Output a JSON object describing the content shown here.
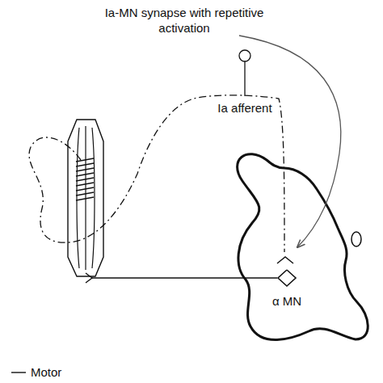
{
  "diagram": {
    "nodes": [
      {
        "text": [
          "α MN"
        ]
      }
    ],
    "labels": [
      "Ia-MN synapse with repetitive activation",
      "Ia afferent"
    ],
    "legend": [
      {
        "text": "Motor"
      }
    ]
  }
}
